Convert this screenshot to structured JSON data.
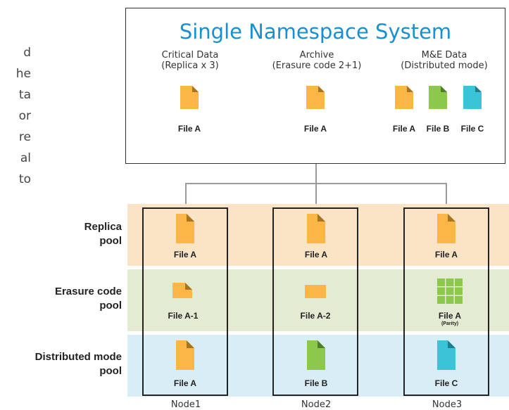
{
  "side_text": [
    "d",
    "he",
    "ta",
    "or",
    "re",
    "al",
    "to"
  ],
  "namespace": {
    "title": "Single Namespace System",
    "columns": [
      {
        "line1": "Critical Data",
        "line2": "(Replica x 3)"
      },
      {
        "line1": "Archive",
        "line2": "(Erasure code 2+1)"
      },
      {
        "line1": "M&E Data",
        "line2": "(Distributed mode)"
      }
    ],
    "files": [
      {
        "label": "File A",
        "color": "#fbb645"
      },
      {
        "label": "File A",
        "color": "#fbb645"
      },
      {
        "label": "File A",
        "color": "#fbb645"
      },
      {
        "label": "File B",
        "color": "#8cc84b"
      },
      {
        "label": "File C",
        "color": "#3bc4d8"
      }
    ]
  },
  "pools": {
    "replica": {
      "line1": "Replica",
      "line2": "pool"
    },
    "erasure": {
      "line1": "Erasure code",
      "line2": "pool"
    },
    "distributed": {
      "line1": "Distributed mode",
      "line2": "pool"
    }
  },
  "cells": {
    "replica": [
      "File A",
      "File A",
      "File A"
    ],
    "erasure": [
      "File A-1",
      "File A-2",
      "File A"
    ],
    "erasure_sub": "(Parity)",
    "distributed": [
      "File A",
      "File B",
      "File C"
    ]
  },
  "nodes": [
    "Node1",
    "Node2",
    "Node3"
  ],
  "colors": {
    "orange": "#fbb645",
    "green": "#8cc84b",
    "cyan": "#3bc4d8",
    "title_blue": "#1a8fd0",
    "replica_band": "#fbe3c6",
    "erasure_band": "#e3ecd3",
    "distributed_band": "#d8edf5"
  }
}
